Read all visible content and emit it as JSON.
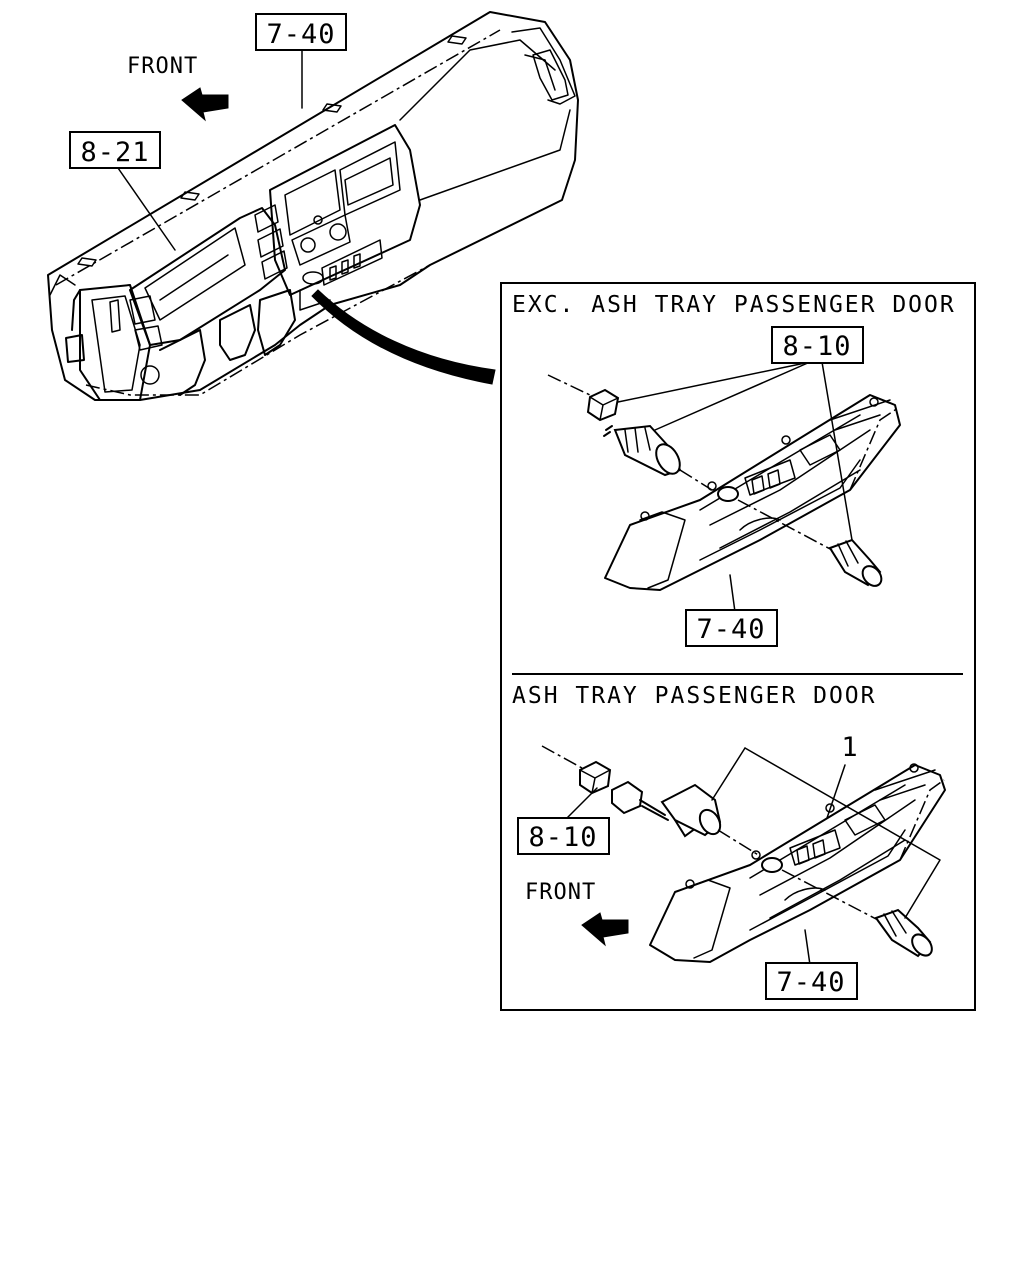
{
  "labels": {
    "dash_ref_top": "7-40",
    "dash_ref_cluster": "8-21",
    "front_top": "FRONT",
    "inset_a_title": "EXC. ASH TRAY PASSENGER DOOR",
    "inset_a_ref_lighter": "8-10",
    "inset_a_ref_panel": "7-40",
    "inset_b_title": "ASH TRAY PASSENGER DOOR",
    "inset_b_part_no": "1",
    "inset_b_ref_lighter": "8-10",
    "inset_b_ref_panel": "7-40",
    "front_bottom": "FRONT"
  }
}
